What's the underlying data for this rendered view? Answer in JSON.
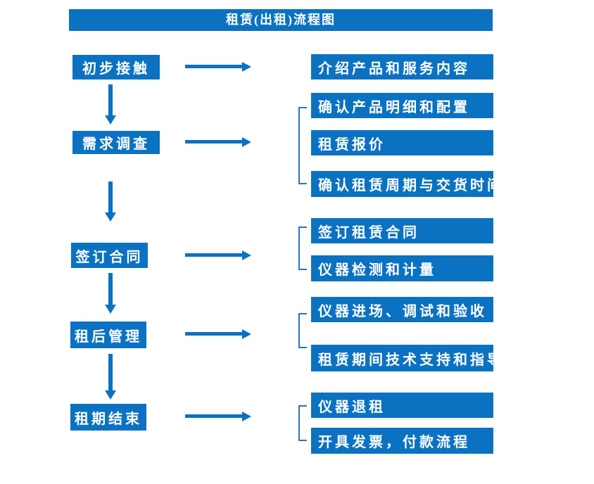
{
  "diagram": {
    "title": "租赁(出租)流程图",
    "colors": {
      "primary_blue": "#0b72c2",
      "bracket_blue": "#2e75b6",
      "text_white": "#ffffff",
      "background": "#ffffff"
    },
    "steps": [
      {
        "label": "初步接触",
        "details": [
          "介绍产品和服务内容"
        ]
      },
      {
        "label": "需求调查",
        "details": [
          "确认产品明细和配置",
          "租赁报价",
          "确认租赁周期与交货时间"
        ]
      },
      {
        "label": "签订合同",
        "details": [
          "签订租赁合同",
          "仪器检测和计量"
        ]
      },
      {
        "label": "租后管理",
        "details": [
          "仪器进场、调试和验收",
          "租赁期间技术支持和指导"
        ]
      },
      {
        "label": "租期结束",
        "details": [
          "仪器退租",
          "开具发票，付款流程"
        ]
      }
    ]
  }
}
